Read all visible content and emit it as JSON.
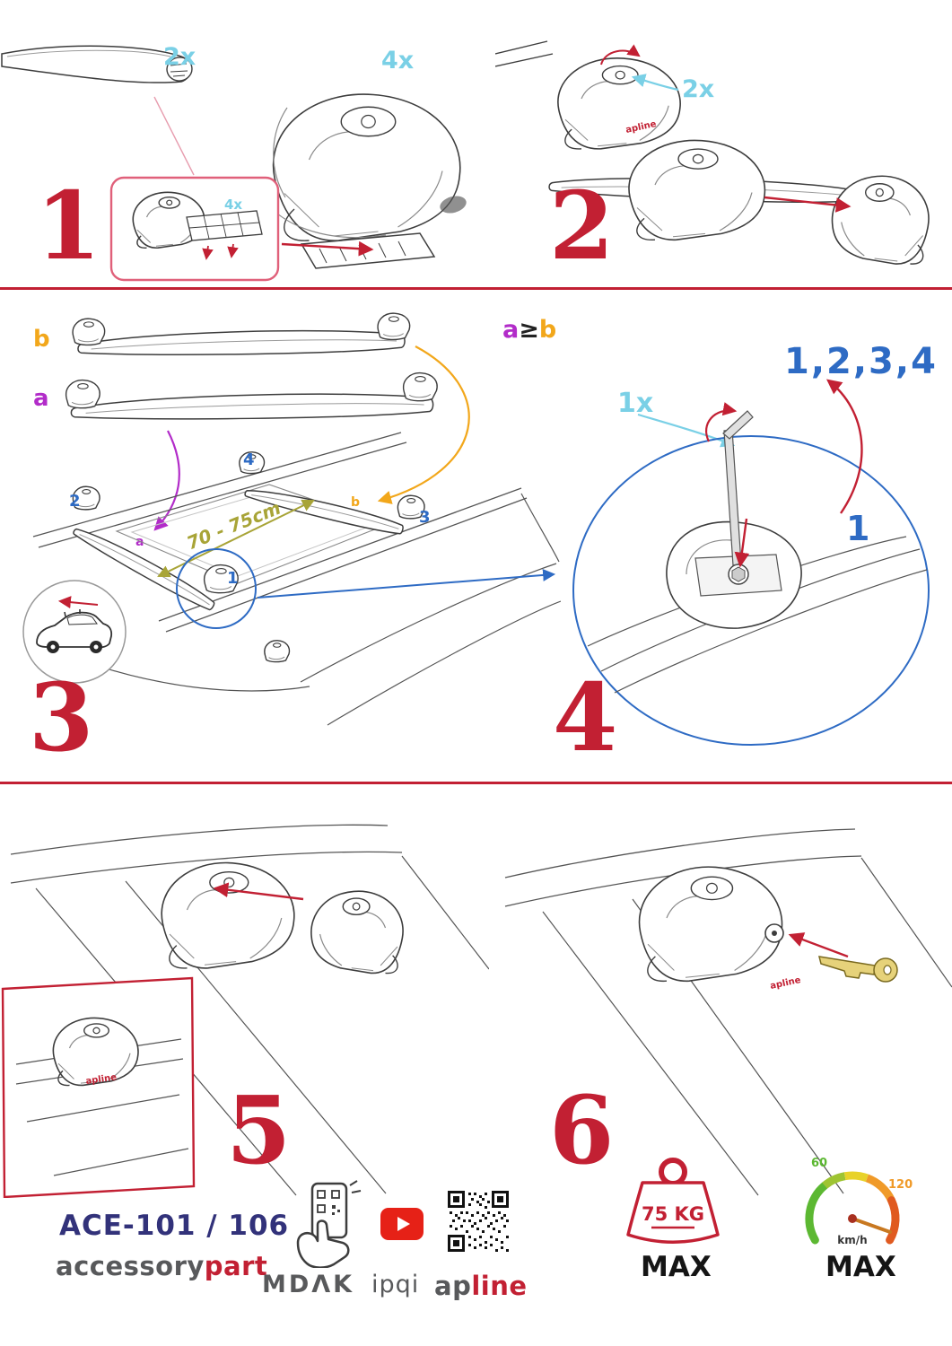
{
  "colors": {
    "accent_red": "#c22033",
    "qty_cyan": "#7ad0e6",
    "step_blue": "#2e6bc4",
    "label_purple": "#b22cc9",
    "label_orange": "#f2a71b",
    "measure_olive": "#a8a437",
    "model_navy": "#32327a",
    "text_gray": "#58595b",
    "youtube_red": "#e62117"
  },
  "brand_tag": "apline",
  "steps": {
    "s1": {
      "num": "1",
      "qty_bar": "2x",
      "qty_foot": "4x",
      "qty_pad": "4x"
    },
    "s2": {
      "num": "2",
      "qty": "2x"
    },
    "s3": {
      "num": "3",
      "label_a": "a",
      "label_b": "b",
      "measure": "70 - 75cm",
      "foot1": "1",
      "foot2": "2",
      "foot3": "3",
      "foot4": "4"
    },
    "s4": {
      "num": "4",
      "rule_a": "a",
      "rule_op": "≥",
      "rule_b": "b",
      "sequence": "1,2,3,4",
      "qty": "1x",
      "first": "1"
    },
    "s5": {
      "num": "5"
    },
    "s6": {
      "num": "6"
    }
  },
  "footer": {
    "model": "ACE-101 / 106",
    "brand1_gray": "accessory",
    "brand1_red": "part",
    "partner_mdak": "MDΛK",
    "partner_ipqi": "ipqi",
    "brand2_gray": "ap",
    "brand2_red": "line",
    "weight_value": "75 KG",
    "weight_max": "MAX",
    "speed_low": "60",
    "speed_high": "120",
    "speed_unit": "km/h",
    "speed_max": "MAX"
  }
}
